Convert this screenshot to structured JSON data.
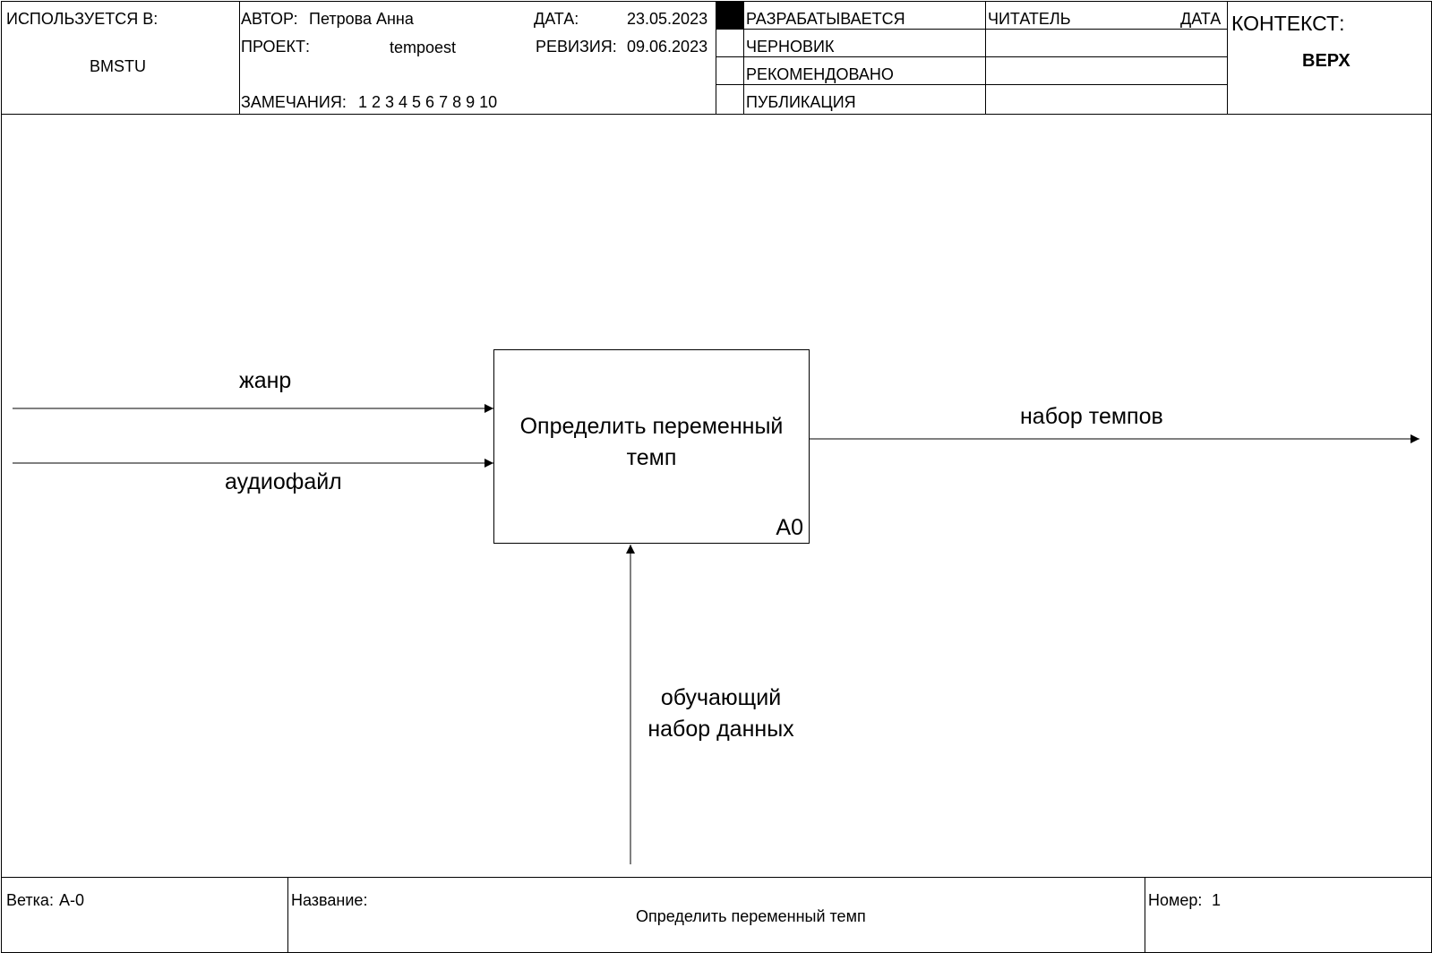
{
  "header": {
    "used_in_label": "ИСПОЛЬЗУЕТСЯ В:",
    "used_in_value": "BMSTU",
    "author_label": "АВТОР:",
    "author_value": "Петрова Анна",
    "project_label": "ПРОЕКТ:",
    "project_value": "tempoest",
    "notes_label": "ЗАМЕЧАНИЯ:",
    "notes_value": "1 2 3 4 5 6 7 8 9 10",
    "date_label": "ДАТА:",
    "date_value": "23.05.2023",
    "revision_label": "РЕВИЗИЯ:",
    "revision_value": "09.06.2023",
    "status": [
      {
        "label": "РАЗРАБАТЫВАЕТСЯ",
        "checked": true
      },
      {
        "label": "ЧЕРНОВИК",
        "checked": false
      },
      {
        "label": "РЕКОМЕНДОВАНО",
        "checked": false
      },
      {
        "label": "ПУБЛИКАЦИЯ",
        "checked": false
      }
    ],
    "reader_label": "ЧИТАТЕЛЬ",
    "reader_date_label": "ДАТА",
    "context_label": "КОНТЕКСТ:",
    "context_value": "ВЕРХ"
  },
  "diagram": {
    "box": {
      "label": "Определить переменный темп",
      "number": "A0"
    },
    "arrows": {
      "input_1": "жанр",
      "input_2": "аудиофайл",
      "output_1": "набор темпов",
      "mechanism_1": "обучающий набор данных"
    }
  },
  "footer": {
    "node_label": "Ветка:",
    "node_value": "A-0",
    "title_label": "Название:",
    "title_value": "Определить переменный темп",
    "number_label": "Номер:",
    "number_value": "1"
  },
  "colors": {
    "line": "#000000",
    "background": "#ffffff"
  }
}
